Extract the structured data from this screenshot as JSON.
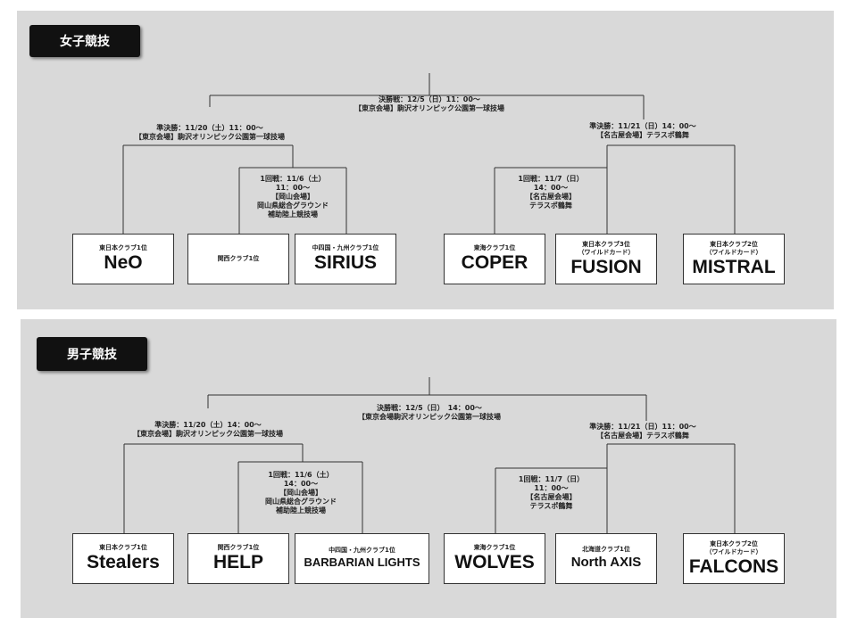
{
  "women": {
    "title": "女子競技",
    "final": "決勝戦：12/5（日）11：00～\n【東京会場】駒沢オリンピック公園第一球技場",
    "semi_left": "準決勝：11/20（土）11：00～\n【東京会場】駒沢オリンピック公園第一球技場",
    "semi_right": "準決勝：11/21（日）14：00～\n【名古屋会場】テラスポ鶴舞",
    "r1_left": "1回戦：11/6（土）\n11：00～\n【岡山会場】\n岡山県総合グラウンド\n補助陸上競技場",
    "r1_right": "1回戦：11/7（日）\n14：00～\n【名古屋会場】\nテラスポ鶴舞",
    "teams": [
      {
        "seed": "東日本クラブ1位",
        "name": ""
      },
      {
        "seed": "関西クラブ1位",
        "name": ""
      },
      {
        "seed": "中四国・九州クラブ1位",
        "name": "SIRIUS"
      },
      {
        "seed": "東海クラブ1位",
        "name": "COPER"
      },
      {
        "seed": "東日本クラブ3位\n（ワイルドカード）",
        "name": "FUSION"
      },
      {
        "seed": "東日本クラブ2位\n（ワイルドカード）",
        "name": "MISTRAL"
      }
    ]
  },
  "men": {
    "title": "男子競技",
    "final": "決勝戦：12/5（日）　14：00～\n【東京会場駒沢オリンピック公園第一球技場",
    "semi_left": "準決勝：11/20（土）14：00～\n【東京会場】駒沢オリンピック公園第一球技場",
    "semi_right": "準決勝：11/21（日）11：00～\n【名古屋会場】テラスポ鶴舞",
    "r1_left": "1回戦：11/6（土）\n14：00～\n【岡山会場】\n岡山県総合グラウンド\n補助陸上競技場",
    "r1_right": "1回戦：11/7（日）\n11：00～\n【名古屋会場】\nテラスポ鶴舞",
    "teams": [
      {
        "seed": "東日本クラブ1位",
        "name": "Stealers"
      },
      {
        "seed": "関西クラブ1位",
        "name": "HELP"
      },
      {
        "seed": "中四国・九州クラブ1位",
        "name": "BARBARIAN LIGHTS"
      },
      {
        "seed": "東海クラブ1位",
        "name": "WOLVES"
      },
      {
        "seed": "北海道クラブ1位",
        "name": "North AXIS"
      },
      {
        "seed": "東日本クラブ2位\n（ワイルドカード）",
        "name": "FALCONS"
      }
    ]
  }
}
